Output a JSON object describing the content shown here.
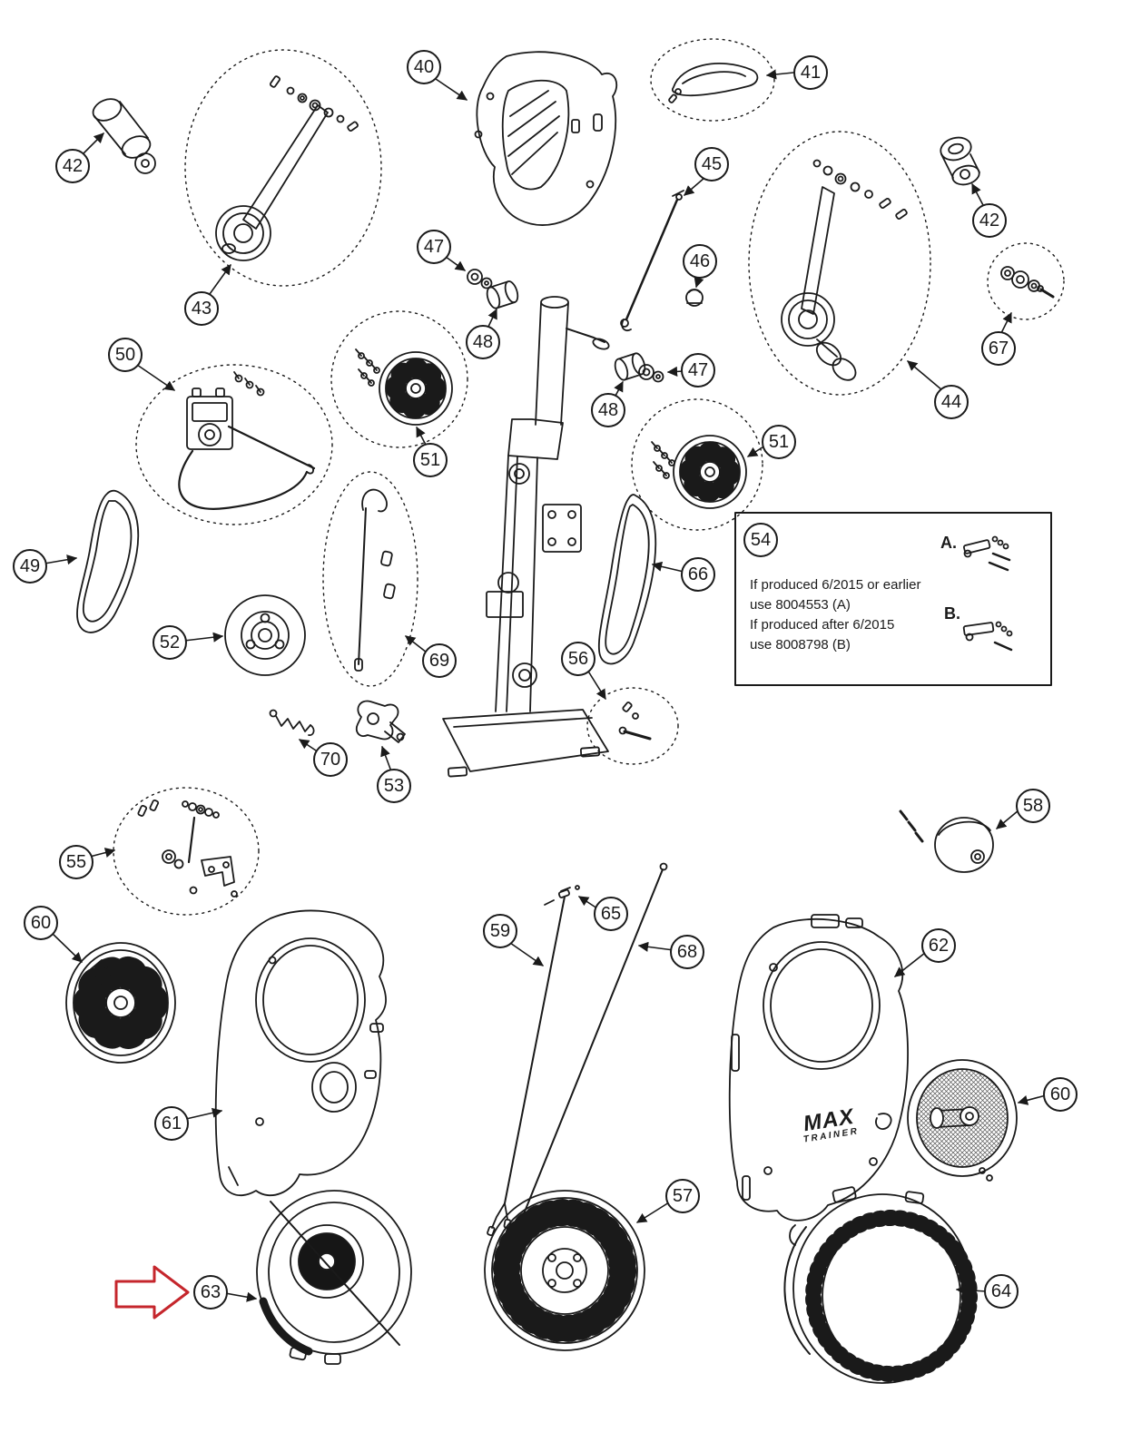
{
  "colors": {
    "background": "#ffffff",
    "line": "#1a1a1a",
    "arrow_red": "#c5262c"
  },
  "callouts": {
    "c40": "40",
    "c41": "41",
    "c42a": "42",
    "c42b": "42",
    "c43": "43",
    "c44": "44",
    "c45": "45",
    "c46": "46",
    "c47a": "47",
    "c47b": "47",
    "c48a": "48",
    "c48b": "48",
    "c49": "49",
    "c50": "50",
    "c51a": "51",
    "c51b": "51",
    "c52": "52",
    "c53": "53",
    "c54": "54",
    "c55": "55",
    "c56": "56",
    "c57": "57",
    "c58": "58",
    "c59": "59",
    "c60a": "60",
    "c60b": "60",
    "c61": "61",
    "c62": "62",
    "c63": "63",
    "c64": "64",
    "c65": "65",
    "c66": "66",
    "c67": "67",
    "c68": "68",
    "c69": "69",
    "c70": "70"
  },
  "note_box": {
    "lines": [
      "If produced 6/2015 or earlier",
      "use 8004553 (A)",
      "If produced after 6/2015",
      "use 8008798 (B)"
    ],
    "option_a": "A.",
    "option_b": "B."
  },
  "branding": {
    "line1": "MAX",
    "line2": "TRAINER"
  }
}
